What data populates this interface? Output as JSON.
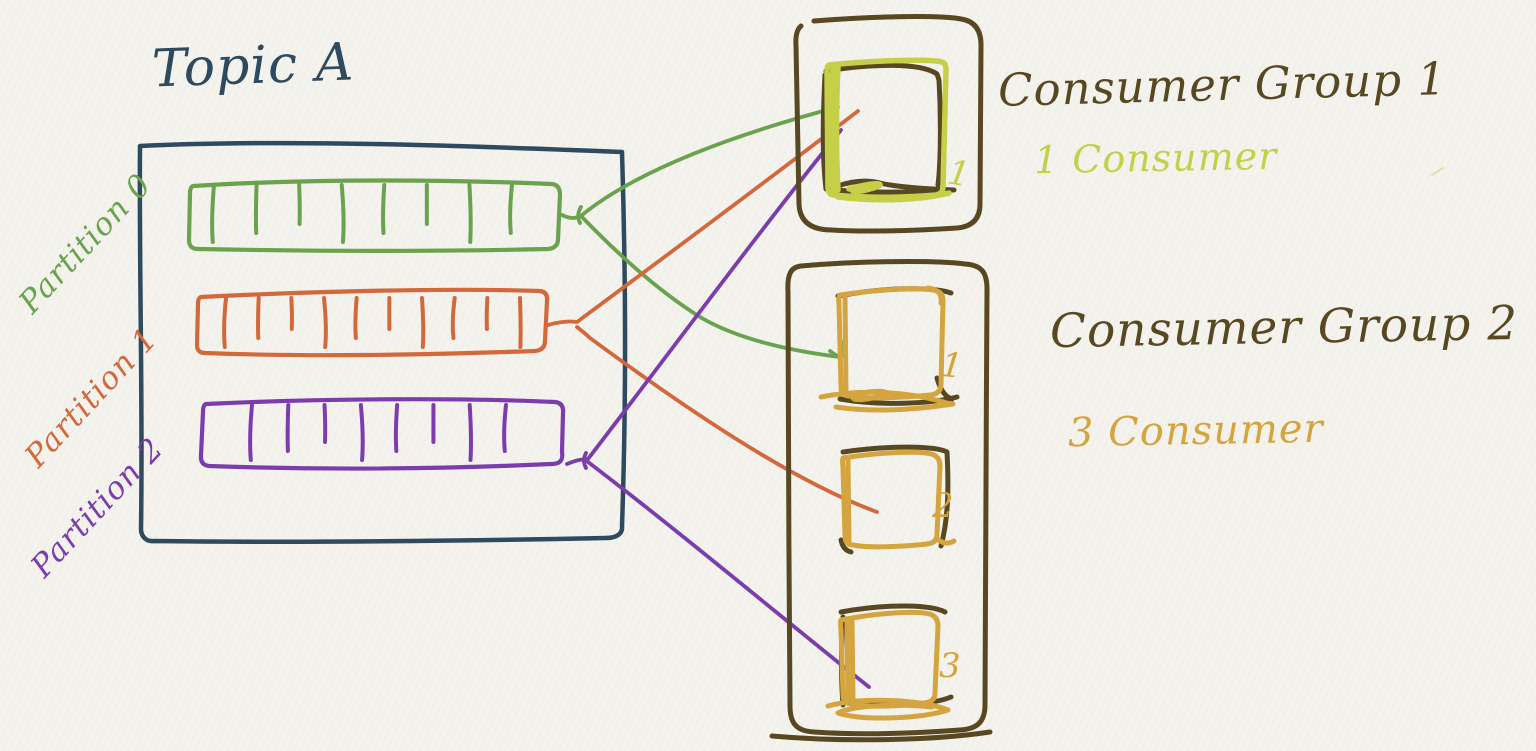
{
  "background_color": "#f4f3ee",
  "colors": {
    "navy": "#2e4a5e",
    "green": "#6ba24d",
    "orange": "#d2683c",
    "purple": "#7c3dac",
    "brown": "#584822",
    "yellowgreen": "#c6cf48",
    "gold": "#d4a53f"
  },
  "topic": {
    "title": "Topic A",
    "partitions": [
      {
        "label": "Partition 0",
        "color": "green",
        "segments": 8
      },
      {
        "label": "Partition 1",
        "color": "orange",
        "segments": 10
      },
      {
        "label": "Partition 2",
        "color": "purple",
        "segments": 8
      }
    ]
  },
  "consumer_groups": [
    {
      "name": "Consumer Group 1",
      "subtitle": "1 Consumer",
      "consumers": [
        {
          "label": "1"
        }
      ]
    },
    {
      "name": "Consumer Group 2",
      "subtitle": "3 Consumer",
      "consumers": [
        {
          "label": "1"
        },
        {
          "label": "2"
        },
        {
          "label": "3"
        }
      ]
    }
  ],
  "assignments": [
    {
      "partition": "Partition 0",
      "group": "Consumer Group 1",
      "consumer": "1",
      "color": "green"
    },
    {
      "partition": "Partition 1",
      "group": "Consumer Group 1",
      "consumer": "1",
      "color": "orange"
    },
    {
      "partition": "Partition 2",
      "group": "Consumer Group 1",
      "consumer": "1",
      "color": "purple"
    },
    {
      "partition": "Partition 0",
      "group": "Consumer Group 2",
      "consumer": "1",
      "color": "green"
    },
    {
      "partition": "Partition 1",
      "group": "Consumer Group 2",
      "consumer": "2",
      "color": "orange"
    },
    {
      "partition": "Partition 2",
      "group": "Consumer Group 2",
      "consumer": "3",
      "color": "purple"
    }
  ]
}
